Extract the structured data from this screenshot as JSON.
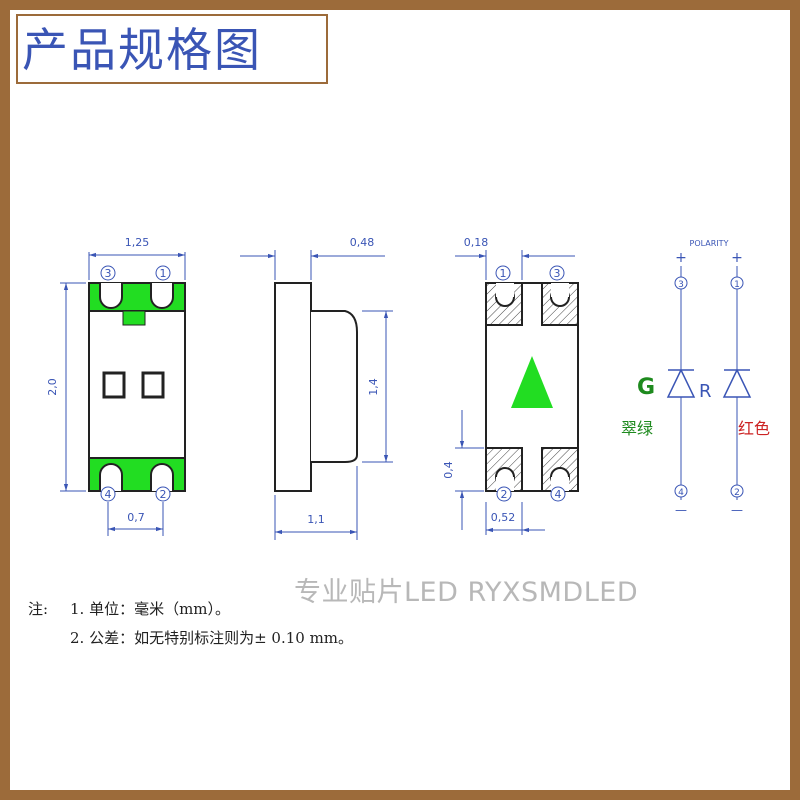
{
  "title": "产品规格图",
  "dims": {
    "front_width": "1,25",
    "front_height": "2,0",
    "front_bottom": "0,7",
    "side_width": "0,48",
    "side_height": "1,4",
    "side_bottom": "1,1",
    "back_top": "0,18",
    "back_side": "0,4",
    "back_bottom": "0,52"
  },
  "pins": {
    "p1": "1",
    "p2": "2",
    "p3": "3",
    "p4": "4"
  },
  "polarity": {
    "label": "POLARITY",
    "plus": "+",
    "minus": "—",
    "g": "G",
    "r": "R",
    "green_text": "翠绿",
    "red_text": "红色"
  },
  "watermark": "专业贴片LED RYXSMDLED",
  "notes": {
    "label": "注:",
    "line1": "1. 单位：毫米（mm）。",
    "line2": "2. 公差：如无特别标注则为± 0.10 mm。"
  },
  "colors": {
    "line": "#3a55b5",
    "green": "#22dd22",
    "frame": "#9c6b3a",
    "green_text": "#1e8a1e",
    "red_text": "#cc2222"
  }
}
